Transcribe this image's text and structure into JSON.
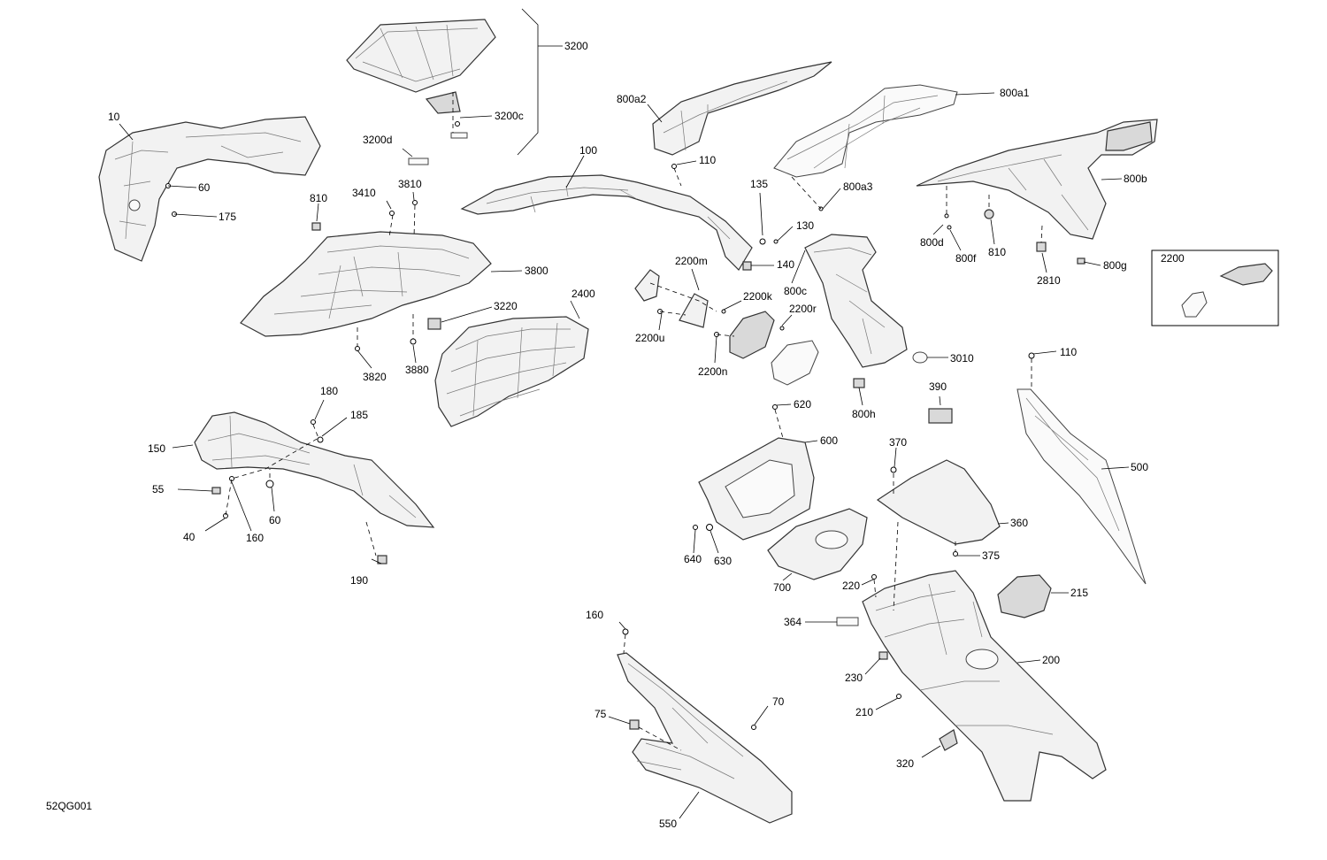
{
  "diagram_id": "52QG001",
  "callouts": {
    "c10": "10",
    "c60a": "60",
    "c175": "175",
    "c3200": "3200",
    "c3200c": "3200c",
    "c3200d": "3200d",
    "c810a": "810",
    "c3410": "3410",
    "c3810": "3810",
    "c3800": "3800",
    "c3220": "3220",
    "c3820": "3820",
    "c3880": "3880",
    "c2400": "2400",
    "c100": "100",
    "c110a": "110",
    "c800a2": "800a2",
    "c800a1": "800a1",
    "c800a3": "800a3",
    "c800b": "800b",
    "c800d": "800d",
    "c800f": "800f",
    "c810b": "810",
    "c2810": "2810",
    "c800g": "800g",
    "c2200": "2200",
    "c135": "135",
    "c130": "130",
    "c140": "140",
    "c800c": "800c",
    "c2200m": "2200m",
    "c2200k": "2200k",
    "c2200r": "2200r",
    "c2200u": "2200u",
    "c2200n": "2200n",
    "c3010": "3010",
    "c800h": "800h",
    "c110b": "110",
    "c180": "180",
    "c185": "185",
    "c150": "150",
    "c55": "55",
    "c60b": "60",
    "c40": "40",
    "c160a": "160",
    "c190": "190",
    "c620": "620",
    "c600": "600",
    "c390": "390",
    "c370": "370",
    "c500": "500",
    "c360": "360",
    "c375": "375",
    "c640": "640",
    "c630": "630",
    "c700": "700",
    "c220": "220",
    "c215": "215",
    "c364": "364",
    "c200": "200",
    "c230": "230",
    "c210": "210",
    "c320": "320",
    "c160b": "160",
    "c70": "70",
    "c75": "75",
    "c550": "550"
  }
}
